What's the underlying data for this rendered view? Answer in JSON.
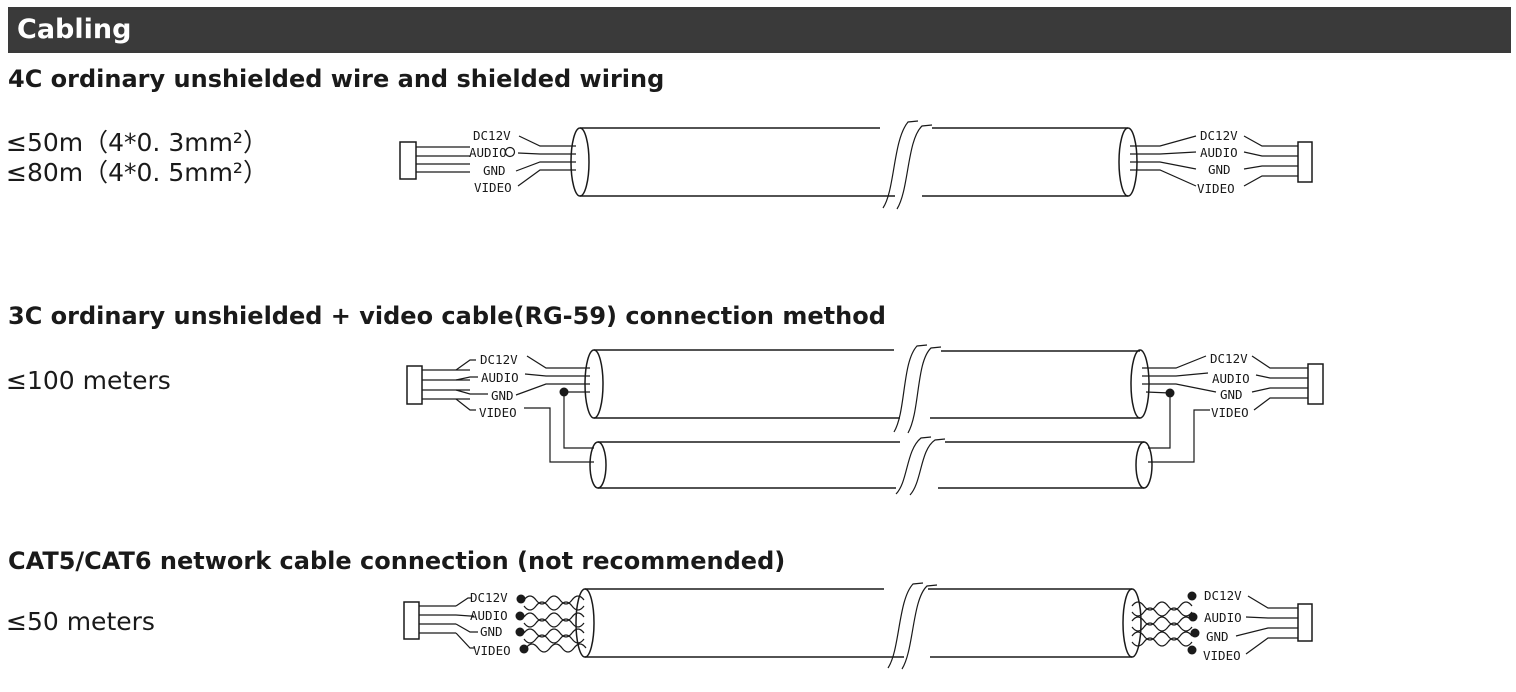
{
  "header": {
    "title": "Cabling"
  },
  "sections": [
    {
      "title": "4C  ordinary  unshielded wire and  shielded wiring",
      "distances": [
        "≤50m（4*0. 3mm²）",
        "≤80m（4*0. 5mm²）"
      ],
      "left_labels": [
        "DC12V",
        "AUDIO",
        "GND",
        "VIDEO"
      ],
      "right_labels": [
        "DC12V",
        "AUDIO",
        "GND",
        "VIDEO"
      ]
    },
    {
      "title": "3C ordinary unshielded + video cable(RG-59) connection method",
      "distances": [
        "≤100 meters"
      ],
      "left_labels": [
        "DC12V",
        "AUDIO",
        "GND",
        "VIDEO"
      ],
      "right_labels": [
        "DC12V",
        "AUDIO",
        "GND",
        "VIDEO"
      ]
    },
    {
      "title": "CAT5/CAT6 network cable connection (not recommended)",
      "distances": [
        "≤50  meters"
      ],
      "left_labels": [
        "DC12V",
        "AUDIO",
        "GND",
        "VIDEO"
      ],
      "right_labels": [
        "DC12V",
        "AUDIO",
        "GND",
        "VIDEO"
      ]
    }
  ]
}
